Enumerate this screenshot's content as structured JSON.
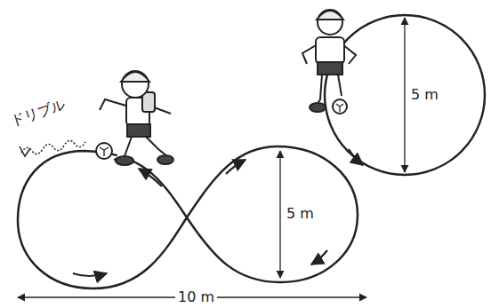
{
  "diagram": {
    "labels": [
      "ドリブル",
      "5 m",
      "10 m",
      "5 m"
    ]
  }
}
